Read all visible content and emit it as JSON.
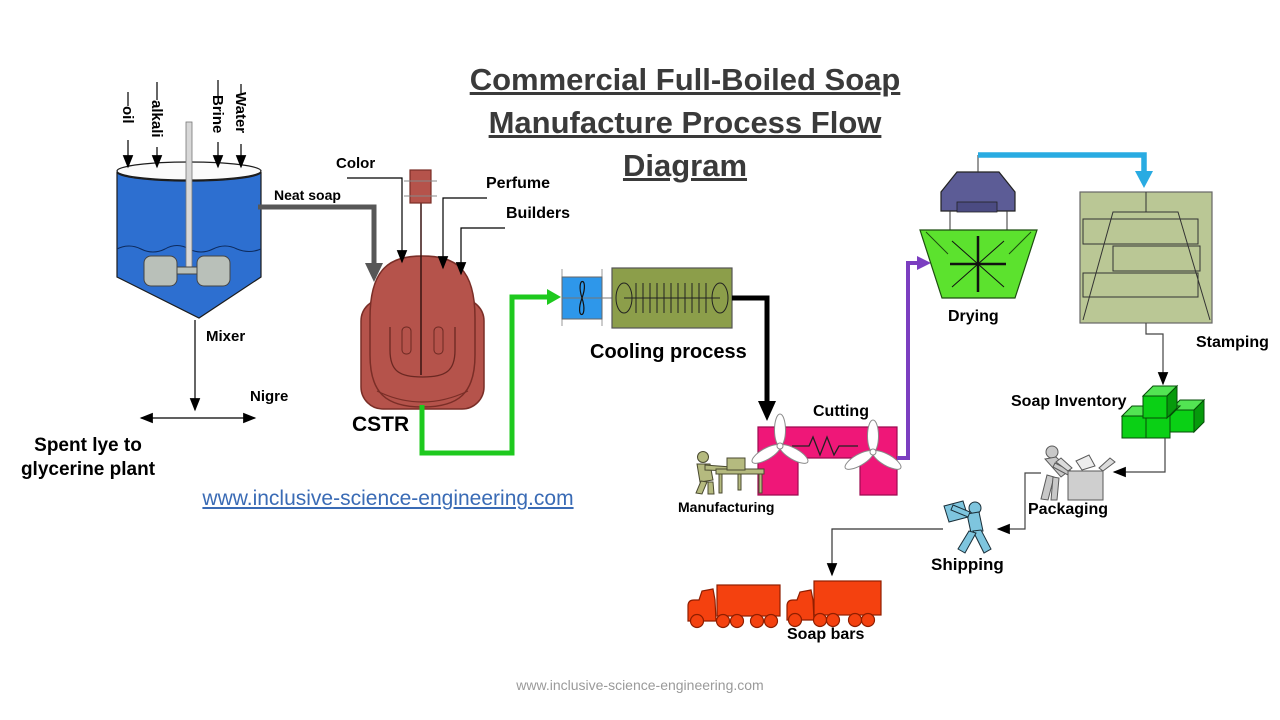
{
  "title": {
    "text": "Commercial Full-Boiled Soap\nManufacture Process Flow\nDiagram"
  },
  "mixer": {
    "inputs": [
      {
        "label": "oil"
      },
      {
        "label": "alkali"
      },
      {
        "label": "Brine"
      },
      {
        "label": "Water"
      }
    ],
    "vessel_label": "Mixer",
    "output_label": "Neat soap",
    "nigre_label": "Nigre",
    "spent_lye_note": "Spent lye to\nglycerine plant"
  },
  "cstr": {
    "vessel_label": "CSTR",
    "additives": [
      {
        "label": "Color"
      },
      {
        "label": "Perfume"
      },
      {
        "label": "Builders"
      }
    ]
  },
  "stages": {
    "cooling": "Cooling process",
    "cutting": "Cutting",
    "manufacturing": "Manufacturing",
    "drying": "Drying",
    "stamping": "Stamping",
    "inventory": "Soap Inventory",
    "packaging": "Packaging",
    "shipping": "Shipping",
    "trucks": "Soap bars"
  },
  "links": {
    "site": "www.inclusive-science-engineering.com",
    "footer": "www.inclusive-science-engineering.com"
  },
  "colors": {
    "mixer_tank_blue": "#2d6fd0",
    "cstr_red": "#b5534b",
    "fan_box_blue": "#2e97ea",
    "heat_exchanger_olive": "#8c9e4a",
    "cutting_pink": "#ef1778",
    "drying_green": "#5ce22e",
    "hopper_slate": "#5c5c96",
    "stamping_sage": "#bac795",
    "soap_cube_green": "#0ad015",
    "truck_orange_red": "#f4410f",
    "shipping_person_blue": "#7ec5de",
    "packaging_person_gray": "#c8c8c8",
    "worker_khaki": "#b5ba7f",
    "pipe_gray": "#575757",
    "pipe_green": "#1ec91e",
    "pipe_black": "#000000",
    "pipe_purple": "#7b3ec0",
    "pipe_cyan": "#29abe2",
    "link_blue": "#3a6bb5",
    "title_gray": "#3a3a3a"
  }
}
